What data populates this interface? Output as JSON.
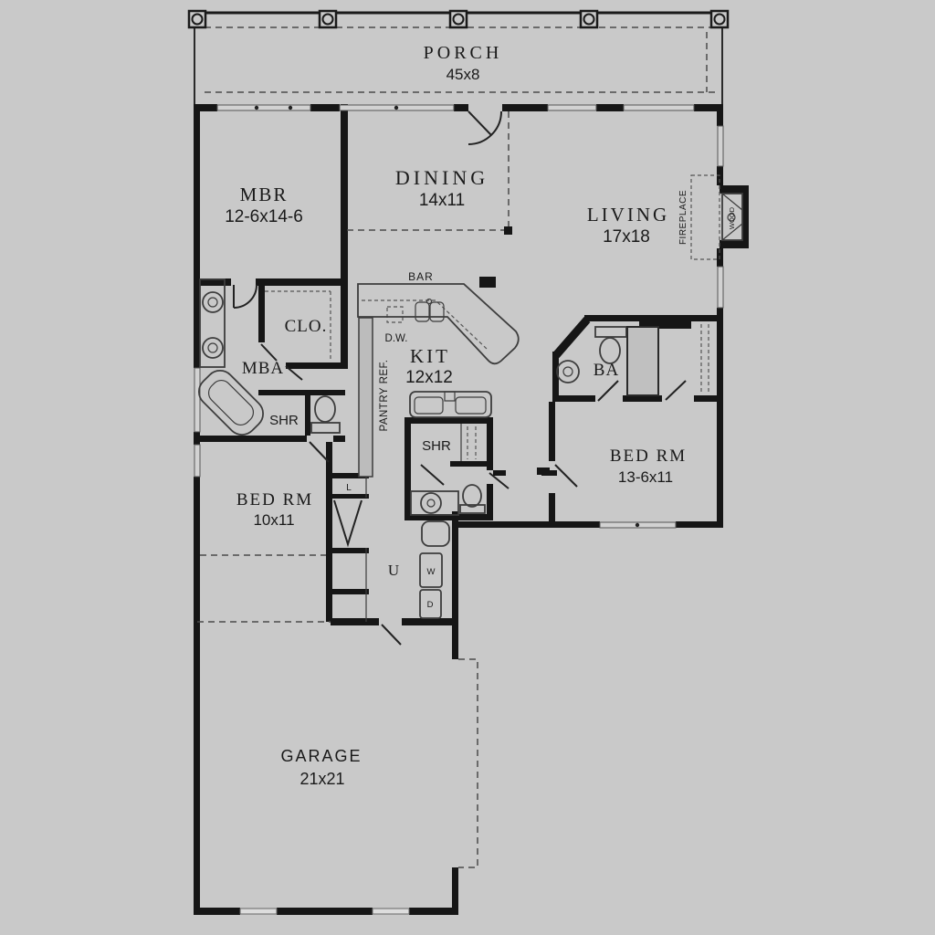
{
  "plan": {
    "colors": {
      "background": "#c9c9c9",
      "wall": "#161616",
      "thin_line": "#3d3d3d",
      "shower_fill": "#c0c0c0",
      "text": "#1a1a1a"
    },
    "rooms": {
      "porch": {
        "name": "PORCH",
        "dims": "45x8"
      },
      "mbr": {
        "name": "MBR",
        "dims": "12-6x14-6"
      },
      "dining": {
        "name": "DINING",
        "dims": "14x11"
      },
      "living": {
        "name": "LIVING",
        "dims": "17x18"
      },
      "kitchen": {
        "name": "KIT",
        "dims": "12x12"
      },
      "closet": {
        "name": "CLO."
      },
      "master_bath": {
        "name": "MBA"
      },
      "bath2": {
        "name": "BA"
      },
      "bedroom2": {
        "name": "BED RM",
        "dims": "13-6x11"
      },
      "bedroom3": {
        "name": "BED RM",
        "dims": "10x11"
      },
      "utility": {
        "name": "U"
      },
      "garage": {
        "name": "GARAGE",
        "dims": "21x21"
      }
    },
    "labels": {
      "bar": "BAR",
      "dw": "D.W.",
      "pantry": "PANTRY REF.",
      "fireplace": "FIREPLACE",
      "wood": "WOOD",
      "shr_master": "SHR",
      "shr_hall": "SHR",
      "washer": "W",
      "dryer": "D",
      "linen": "L"
    }
  }
}
